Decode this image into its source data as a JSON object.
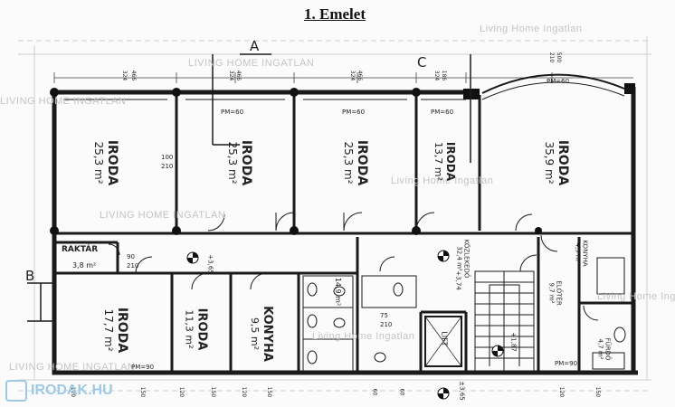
{
  "title": "1. Emelet",
  "watermark": "LIVING HOME INGATLAN",
  "watermark_alt": "Living Home Ingatlan",
  "logo_text": "IRODAK.HU",
  "axis_labels": {
    "a": "A",
    "b": "B",
    "c": "C"
  },
  "rooms": [
    {
      "name": "IRODA",
      "area": "25,3 m²"
    },
    {
      "name": "IRODA",
      "area": "25,3 m²"
    },
    {
      "name": "IRODA",
      "area": "25,3 m²"
    },
    {
      "name": "IRODA",
      "area": "13,7 m²"
    },
    {
      "name": "IRODA",
      "area": "35,9 m²"
    },
    {
      "name": "IRODA",
      "area": "17,7 m²"
    },
    {
      "name": "IRODA",
      "area": "11,3 m²"
    },
    {
      "name": "KONYHA",
      "area": "9,5 m²"
    }
  ],
  "raktar": {
    "name": "RAKTÁR",
    "area": "3,8 m²"
  },
  "kozlekedo": {
    "name": "KÖZLEKEDŐ",
    "area": "32,4 m²"
  },
  "eloter": {
    "name": "ELŐTÉR",
    "area": "9,7 m²"
  },
  "konyha_small": {
    "name": "KONYHA",
    "area": "4,9 m²"
  },
  "furdo": {
    "name": "FÜRDŐ",
    "area": "4,7 m²"
  },
  "wc_area": "14,9 m²",
  "lift": "LIFT",
  "levels": [
    "+3,65",
    "+3,74",
    "+1,87",
    "±3,65"
  ],
  "parapets": [
    "PM=60",
    "PM=60",
    "PM=60",
    "PM=60",
    "PM=90",
    "PM=90"
  ],
  "dims_top": [
    "466",
    "324",
    "466",
    "324",
    "466",
    "324",
    "186",
    "324",
    "500",
    "210"
  ],
  "dims_bottom": [
    "120",
    "150",
    "120",
    "150",
    "120",
    "150",
    "60",
    "60",
    "120",
    "150"
  ],
  "doors": [
    "100",
    "210",
    "90",
    "210",
    "75",
    "210"
  ]
}
